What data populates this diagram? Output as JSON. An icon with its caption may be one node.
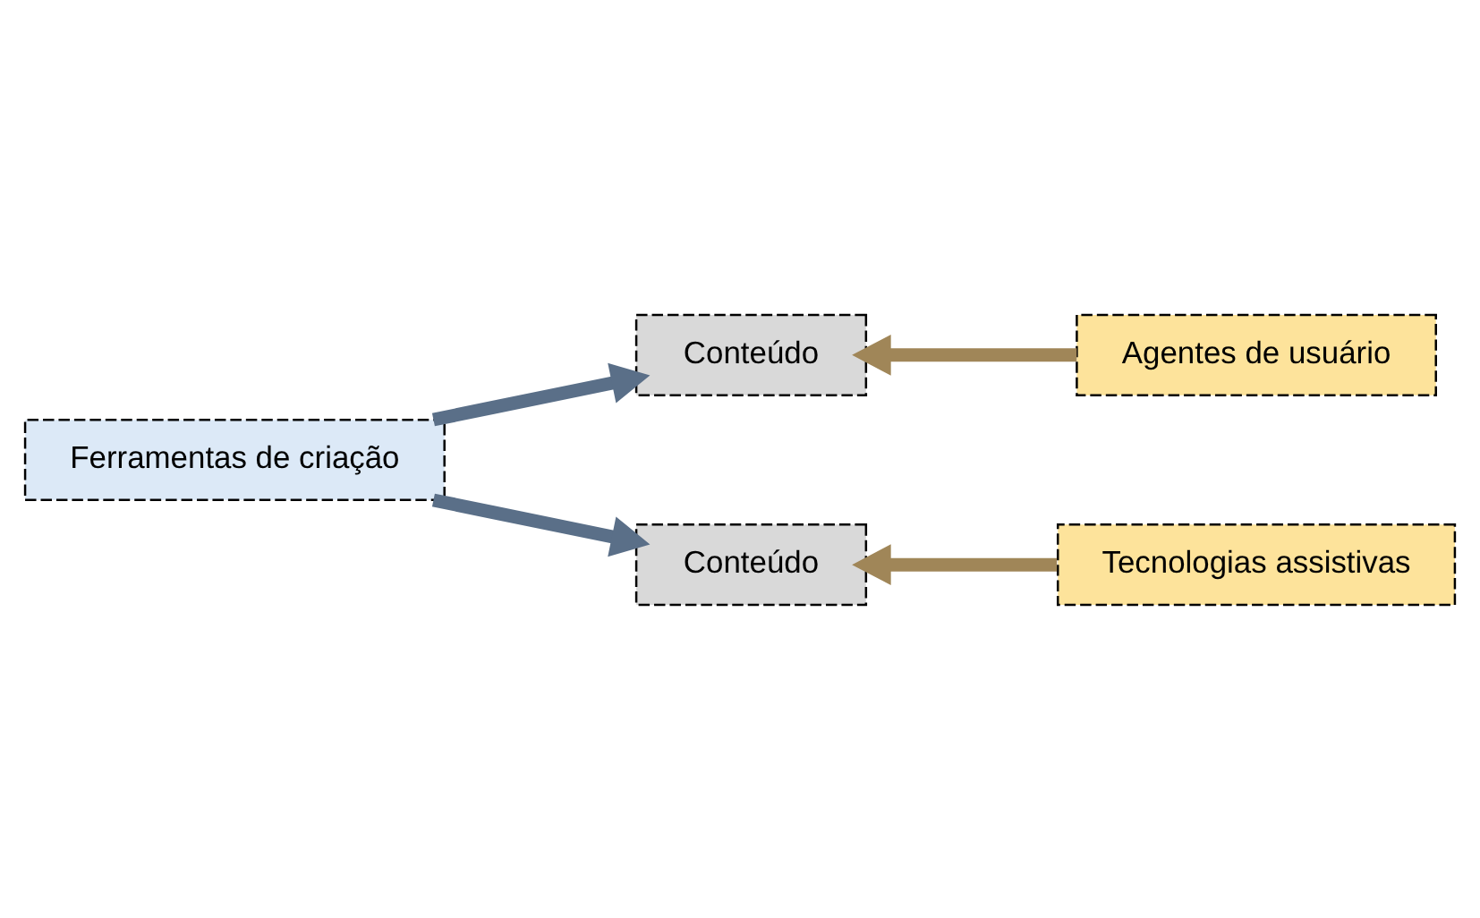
{
  "diagram": {
    "nodes": [
      {
        "text": [
          "Ferramentas de criação"
        ]
      },
      {
        "text": [
          "Conteúdo"
        ]
      },
      {
        "text": [
          "Agentes de usuário"
        ]
      },
      {
        "text": [
          "Tecnologias assistivas"
        ]
      },
      {
        "text": [
          "Conteúdo"
        ]
      }
    ],
    "edges": [
      {
        "from": 0,
        "to": 1,
        "arrow": "to",
        "color": "#5a6f88"
      },
      {
        "from": 0,
        "to": 4,
        "arrow": "to",
        "color": "#5a6f88"
      },
      {
        "from": 2,
        "to": 1,
        "arrow": "to",
        "color": "#a08658"
      },
      {
        "from": 3,
        "to": 4,
        "arrow": "to",
        "color": "#a08658"
      }
    ]
  }
}
